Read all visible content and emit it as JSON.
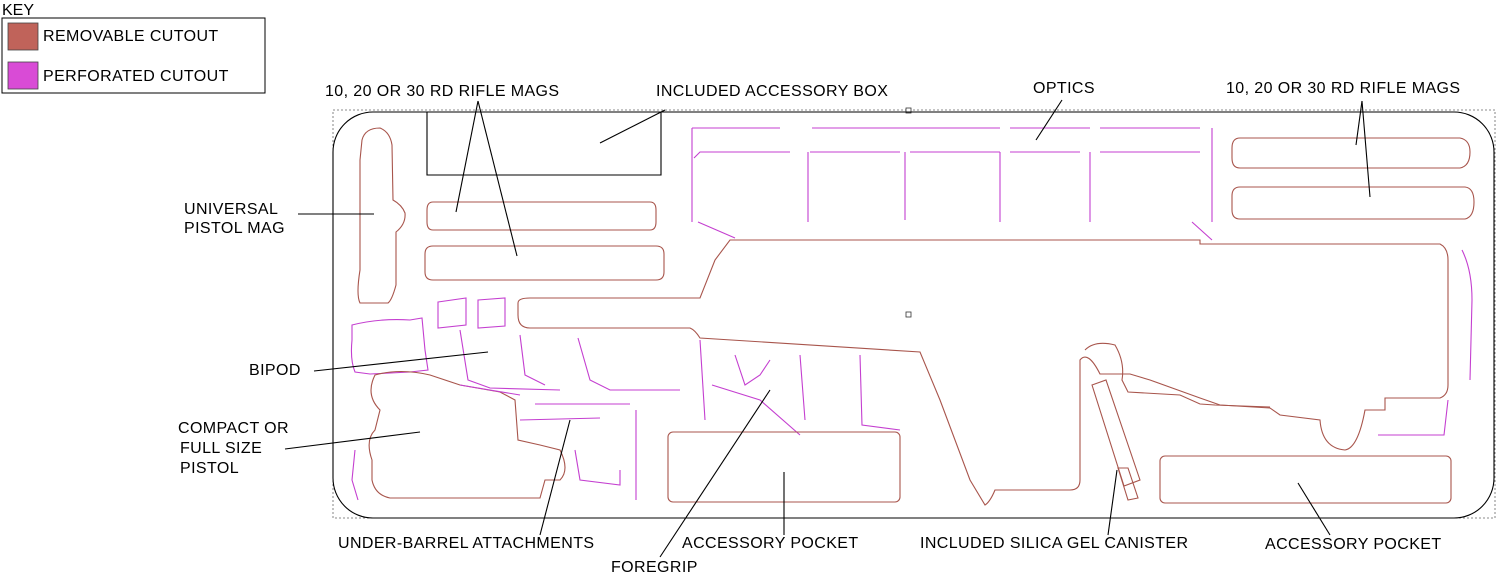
{
  "key": {
    "title": "KEY",
    "items": [
      {
        "label": "REMOVABLE CUTOUT",
        "color": "#c0635a"
      },
      {
        "label": "PERFORATED CUTOUT",
        "color": "#d94bd6"
      }
    ]
  },
  "labels": {
    "rifle_mags_left": "10, 20 OR 30 RD RIFLE MAGS",
    "accessory_box": "INCLUDED ACCESSORY BOX",
    "optics": "OPTICS",
    "rifle_mags_right": "10, 20 OR 30 RD RIFLE MAGS",
    "pistol_mag_line1": "UNIVERSAL",
    "pistol_mag_line2": "PISTOL MAG",
    "bipod": "BIPOD",
    "pistol_line1": "COMPACT OR",
    "pistol_line2": "FULL SIZE",
    "pistol_line3": "PISTOL",
    "under_barrel": "UNDER-BARREL ATTACHMENTS",
    "accessory_pocket_center": "ACCESSORY POCKET",
    "foregrip": "FOREGRIP",
    "silica_gel": "INCLUDED SILICA GEL CANISTER",
    "accessory_pocket_right": "ACCESSORY POCKET"
  },
  "colors": {
    "removable_line": "#a8554c",
    "perforated_line": "#c43fd0"
  }
}
